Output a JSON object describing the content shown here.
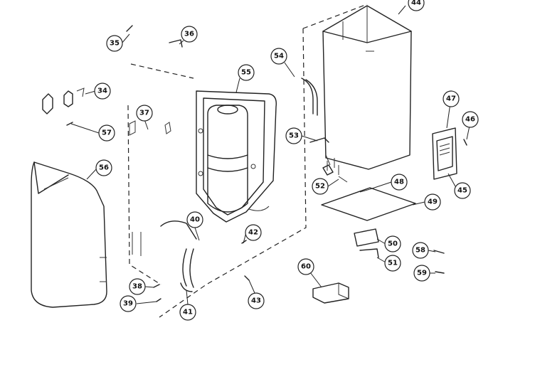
{
  "callouts": [
    {
      "id": "c35",
      "label": "35"
    },
    {
      "id": "c36",
      "label": "36"
    },
    {
      "id": "c34",
      "label": "34"
    },
    {
      "id": "c57",
      "label": "57"
    },
    {
      "id": "c37",
      "label": "37"
    },
    {
      "id": "c55",
      "label": "55"
    },
    {
      "id": "c54",
      "label": "54"
    },
    {
      "id": "c44",
      "label": "44"
    },
    {
      "id": "c53",
      "label": "53"
    },
    {
      "id": "c47",
      "label": "47"
    },
    {
      "id": "c46",
      "label": "46"
    },
    {
      "id": "c45",
      "label": "45"
    },
    {
      "id": "c52",
      "label": "52"
    },
    {
      "id": "c48",
      "label": "48"
    },
    {
      "id": "c49",
      "label": "49"
    },
    {
      "id": "c56",
      "label": "56"
    },
    {
      "id": "c40",
      "label": "40"
    },
    {
      "id": "c42",
      "label": "42"
    },
    {
      "id": "c50",
      "label": "50"
    },
    {
      "id": "c58",
      "label": "58"
    },
    {
      "id": "c51",
      "label": "51"
    },
    {
      "id": "c59",
      "label": "59"
    },
    {
      "id": "c60",
      "label": "60"
    },
    {
      "id": "c38",
      "label": "38"
    },
    {
      "id": "c39",
      "label": "39"
    },
    {
      "id": "c41",
      "label": "41"
    },
    {
      "id": "c43",
      "label": "43"
    }
  ]
}
